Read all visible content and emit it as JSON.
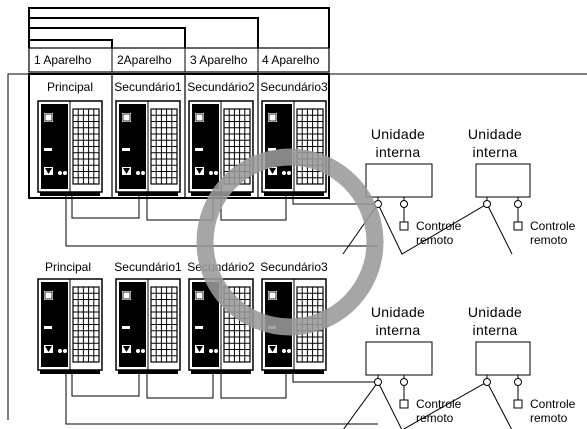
{
  "diagram": {
    "device_headers": [
      "1 Aparelho",
      "2Aparelho",
      "3 Aparelho",
      "4 Aparelho"
    ],
    "row1_units": [
      "Principal",
      "Secundário1",
      "Secundário2",
      "Secundário3"
    ],
    "row2_units": [
      "Principal",
      "Secundário1",
      "Secundário2",
      "Secundário3"
    ],
    "indoor_unit_line1": "Unidade",
    "indoor_unit_line2": "interna",
    "remote_line1": "Controle",
    "remote_line2": "remoto",
    "overlay_ring_color": "#9a9a9a"
  }
}
